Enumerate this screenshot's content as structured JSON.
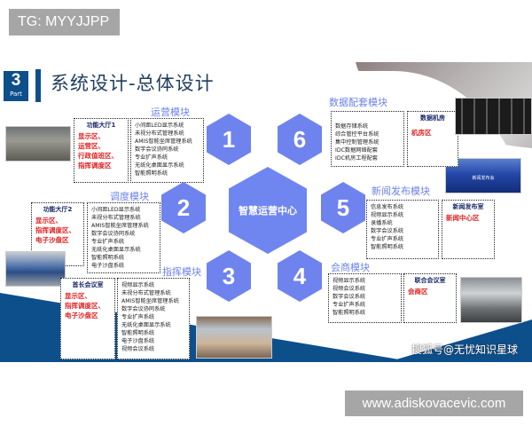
{
  "watermarks": {
    "top": "TG: MYYJJPP",
    "bottom": "www.adiskovacevic.com"
  },
  "header": {
    "part_number": "3",
    "part_label": "Part",
    "title": "系统设计-总体设计"
  },
  "center_hex": {
    "label": "智慧运营中心"
  },
  "hex_numbers": [
    "1",
    "2",
    "3",
    "4",
    "5",
    "6"
  ],
  "modules": {
    "operations": {
      "number": "1",
      "title": "运营模块",
      "hall": {
        "title": "功能大厅1",
        "zones": [
          "显示区、",
          "运营区、",
          "行政值班区、",
          "指挥调度区"
        ]
      },
      "systems": [
        "小间距LED显示系统",
        "未视分布式管理系统",
        "AMIS智能坐席管理系统",
        "数字会议协同系统",
        "专业扩声系统",
        "无纸化桌面显示系统",
        "智能照明系统"
      ]
    },
    "dispatch": {
      "number": "2",
      "title": "调度模块",
      "hall": {
        "title": "功能大厅2",
        "zones": [
          "显示区、",
          "指挥调度区、",
          "电子沙盘区"
        ]
      },
      "systems": [
        "小间距LED显示系统",
        "未视分布式管理系统",
        "AMIS智能坐席管理系统",
        "数字会议协同系统",
        "专业扩声系统",
        "无纸化桌面显示系统",
        "智能照明系统",
        "电子沙盘系统"
      ]
    },
    "command": {
      "number": "3",
      "title": "指挥模块",
      "hall": {
        "title": "首长会议室",
        "zones": [
          "显示区、",
          "指挥调度区、",
          "电子沙盘区"
        ]
      },
      "systems": [
        "视频显示系统",
        "未视分布式管理系统",
        "AMIS智能坐席管理系统",
        "数字会议协同系统",
        "专业扩声系统",
        "无纸化桌面显示系统",
        "智能照明系统",
        "电子沙盘系统",
        "视频会议系统"
      ]
    },
    "conference": {
      "number": "4",
      "title": "会商模块",
      "hall": {
        "title": "联合会议室",
        "zones": [
          "会商区"
        ]
      },
      "systems": [
        "视频显示系统",
        "视频会议系统",
        "数字会议系统",
        "专业扩声系统",
        "智能照明系统"
      ]
    },
    "press": {
      "number": "5",
      "title": "新闻发布模块",
      "hall": {
        "title": "新闻发布室",
        "zones": [
          "新闻中心区"
        ]
      },
      "systems": [
        "信息发布系统",
        "视频显示系统",
        "录播系统",
        "数字会议系统",
        "专业扩声系统",
        "智能照明系统"
      ]
    },
    "data": {
      "number": "6",
      "title": "数据配套模块",
      "hall": {
        "title": "数据机房",
        "zones": [
          "机房区"
        ]
      },
      "systems": [
        "数据存储系统",
        "综合管控平台系统",
        "集中控制管理系统",
        "IDC数据网络配套",
        "IDC机房工程配套"
      ]
    }
  },
  "photos": {
    "press_photo_caption": "新闻发布会"
  },
  "credit": "搜狐号@无忧知识星球",
  "colors": {
    "hex": "#6f83ee",
    "module_title": "#6b82e8",
    "brand_blue": "#0d4f8b",
    "zone_red": "#e02222",
    "watermark_bg": "#a6a6a6"
  }
}
